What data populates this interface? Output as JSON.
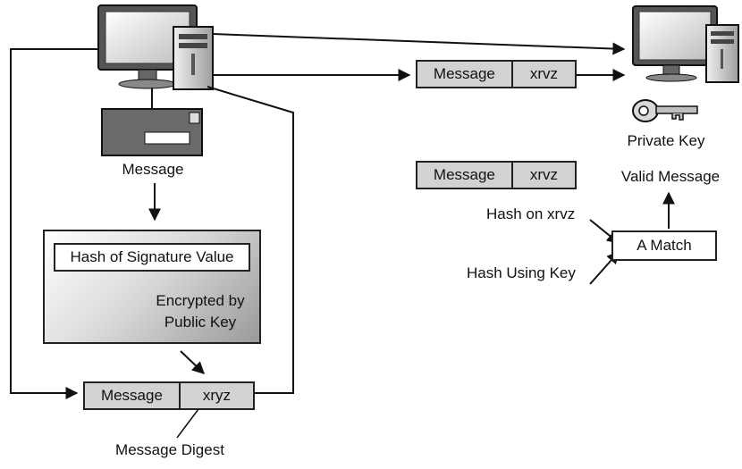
{
  "sender": {
    "envelope_label": "Message"
  },
  "hash_box": {
    "value_label": "Hash of Signature Value",
    "encrypted_line1": "Encrypted by",
    "encrypted_line2": "Public Key"
  },
  "digest": {
    "message": "Message",
    "hash": "xryz",
    "caption": "Message Digest"
  },
  "transmit": {
    "message": "Message",
    "hash": "xrvz"
  },
  "receiver": {
    "key_label": "Private Key",
    "copy_message": "Message",
    "copy_hash": "xrvz",
    "valid_label": "Valid Message",
    "hash_on_label": "Hash on xrvz",
    "hash_using_label": "Hash Using Key",
    "match_label": "A Match"
  }
}
